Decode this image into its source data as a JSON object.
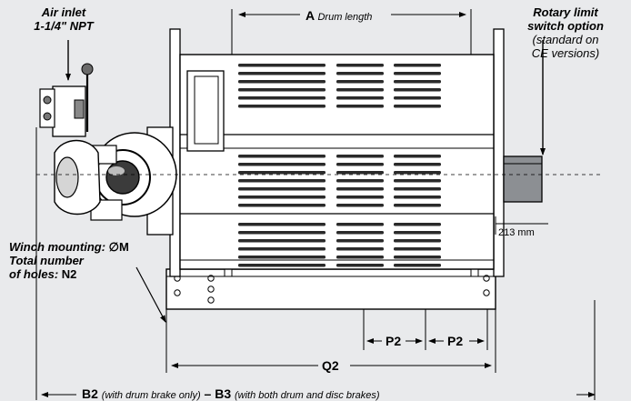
{
  "labels": {
    "air_inlet_line1": "Air inlet",
    "air_inlet_line2": "1-1/4\" NPT",
    "drum_a_letter": "A",
    "drum_a_text": "Drum length",
    "rotary_line1": "Rotary limit",
    "rotary_line2": "switch option",
    "rotary_line3": "(standard on",
    "rotary_line4": "CE versions)",
    "offset_value": "213 mm",
    "mount_line1_text": "Winch mounting: ",
    "mount_line1_symbol": "∅M",
    "mount_line2": "Total number",
    "mount_line3_text": "of holes: ",
    "mount_line3_value": "N2",
    "p2_left": "P2",
    "p2_right": "P2",
    "q2": "Q2",
    "b2_letter": "B2",
    "b2_text": "(with drum brake only)",
    "dash": "–",
    "b3_letter": "B3",
    "b3_text": "(with both drum and disc brakes)"
  },
  "colors": {
    "background": "#e9eaec",
    "drum": "#ffffff",
    "slot": "#2a2a2a",
    "switch_box": "#8c8f93",
    "line": "#000000"
  }
}
